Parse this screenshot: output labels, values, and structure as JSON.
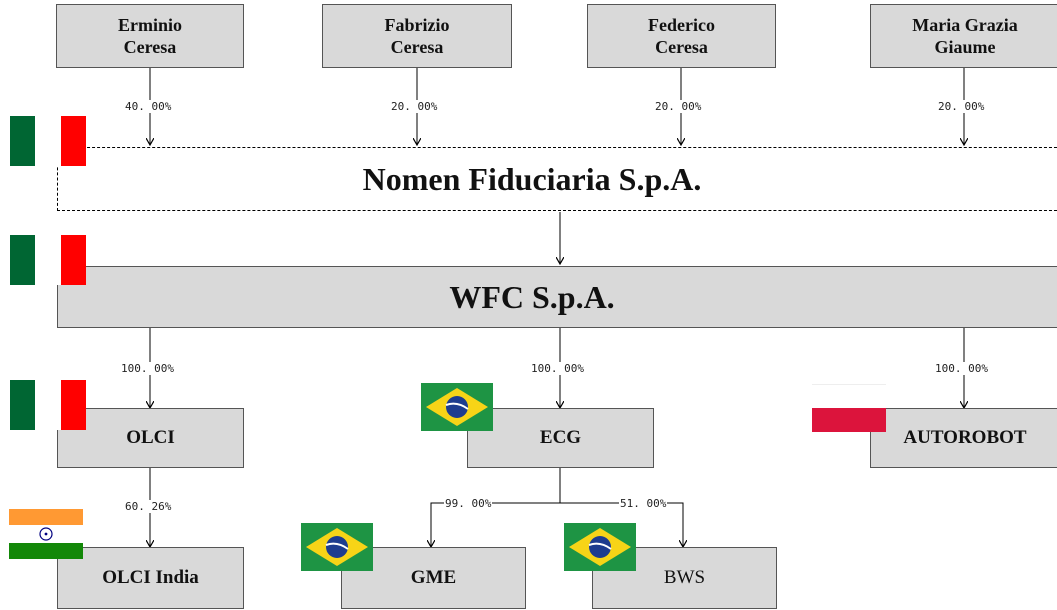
{
  "people": {
    "erminio": "Erminio\nCeresa",
    "fabrizio": "Fabrizio\nCeresa",
    "federico": "Federico\nCeresa",
    "maria": "Maria Grazia\nGiaume"
  },
  "companies": {
    "nomen": "Nomen Fiduciaria S.p.A.",
    "wfc": "WFC S.p.A.",
    "olci": "OLCI",
    "ecg": "ECG",
    "autorobot": "AUTOROBOT",
    "olci_india": "OLCI India",
    "gme": "GME",
    "bws": "BWS"
  },
  "percentages": {
    "erminio_nomen": "40. 00%",
    "fabrizio_nomen": "20. 00%",
    "federico_nomen": "20. 00%",
    "maria_nomen": "20. 00%",
    "wfc_olci": "100. 00%",
    "wfc_ecg": "100. 00%",
    "wfc_autorobot": "100. 00%",
    "olci_india": "60. 26%",
    "ecg_gme": "99. 00%",
    "ecg_bws": "51. 00%"
  },
  "flags": {
    "italy": [
      "#006633",
      "#ffffff",
      "#ff0000"
    ],
    "brazil": [
      "#1e9444",
      "#f7d417",
      "#1d3c8f"
    ],
    "poland": [
      "#ffffff",
      "#dc143c"
    ],
    "india": [
      "#ff9933",
      "#ffffff",
      "#138808",
      "#000080"
    ]
  }
}
